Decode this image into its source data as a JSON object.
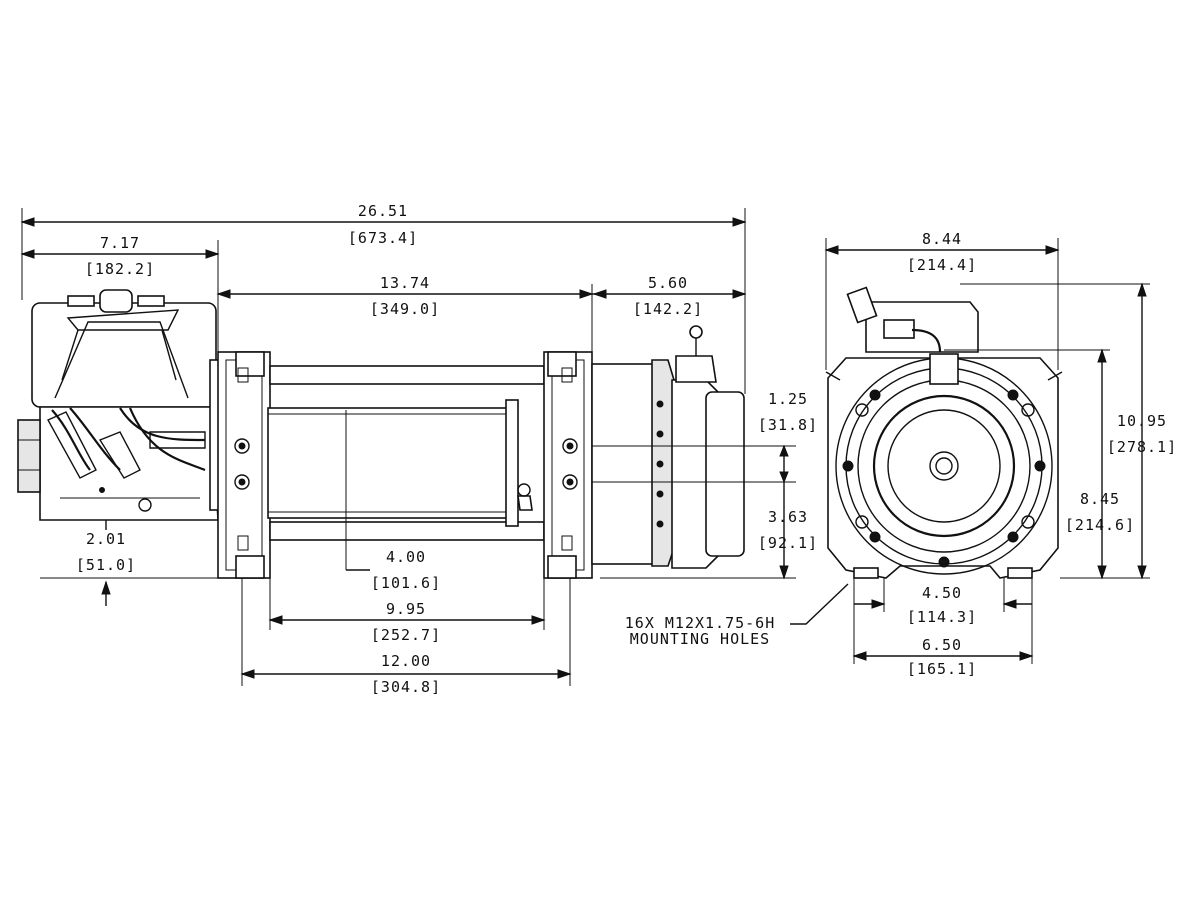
{
  "dimensions": {
    "overall_length": {
      "in": "26.51",
      "mm": "[673.4]"
    },
    "motor_length": {
      "in": "7.17",
      "mm": "[182.2]"
    },
    "drum_length": {
      "in": "13.74",
      "mm": "[349.0]"
    },
    "gearbox_length": {
      "in": "5.60",
      "mm": "[142.2]"
    },
    "hole_pitch_vertical": {
      "in": "1.25",
      "mm": "[31.8]"
    },
    "hole_height": {
      "in": "3.63",
      "mm": "[92.1]"
    },
    "motor_base_height": {
      "in": "2.01",
      "mm": "[51.0]"
    },
    "drum_axis_offset": {
      "in": "4.00",
      "mm": "[101.6]"
    },
    "inner_hole_spacing": {
      "in": "9.95",
      "mm": "[252.7]"
    },
    "outer_foot_spacing": {
      "in": "12.00",
      "mm": "[304.8]"
    },
    "end_width": {
      "in": "8.44",
      "mm": "[214.4]"
    },
    "overall_height": {
      "in": "10.95",
      "mm": "[278.1]"
    },
    "drum_center_height": {
      "in": "8.45",
      "mm": "[214.6]"
    },
    "foot_hole_spacing": {
      "in": "4.50",
      "mm": "[114.3]"
    },
    "foot_width": {
      "in": "6.50",
      "mm": "[165.1]"
    }
  },
  "notes": {
    "mounting_line1": "16X M12X1.75-6H",
    "mounting_line2": "MOUNTING HOLES"
  }
}
